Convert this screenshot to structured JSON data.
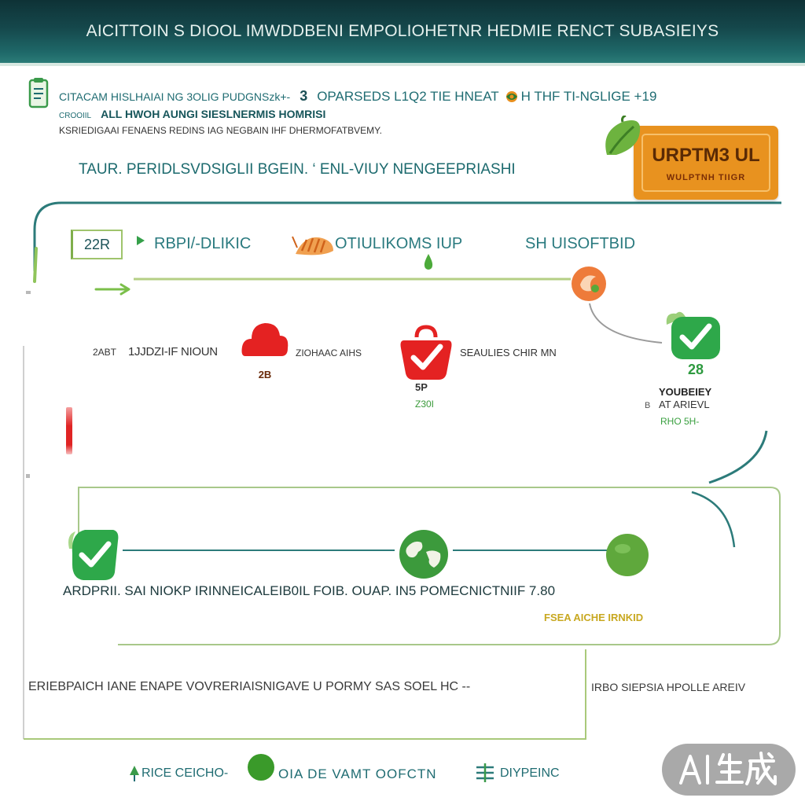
{
  "header": {
    "title": "AICITTOIN S DIOOL IMWDDBENI EMPOLIOHETNR HEDMIE RENCT SUBASIEIYS"
  },
  "intro": {
    "line1": {
      "lead": "CITACAM HISLHAIAI NG 3OLIG PUDGNSzk+-",
      "number": "3",
      "middle": "OPARSEDS L1Q2 TIE HNEAT",
      "tail": "H THF TI-NGLIGE +19"
    },
    "line2": {
      "label": "CROOIIL",
      "emphasis": "ALL HWOH AUNGI SIESLNERMIS HOMRISI"
    },
    "line3": "KSRIEDIGAAI FENAENS REDINS IAG NEGBAIN IHF DHERMOFATBVEMY.",
    "subtitle": "TAUR. PERIDLSVDSIGLII BGEIN. ‘ ENL-VIUY NENGEEPRIASHI"
  },
  "badge": {
    "title": "URPTM3 UL",
    "subtitle": "WULPTNH TIIGR"
  },
  "stage_one": {
    "box_label": "22R",
    "label_a": "RBPI/-DLIKIC",
    "label_b": "OTIULIKOMS IUP",
    "label_c": "SH UISOFTBID"
  },
  "right_node": {
    "number": "28",
    "line1": "YOUBEIEY",
    "line2_prefix": "B",
    "line2": "AT ARIEVL",
    "line3": "RHO 5H-"
  },
  "stage_two": {
    "tag": "2ABT",
    "label_a": "1JJDZI-IF NIOUN",
    "node_a_number": "2B",
    "label_b": "ZIOHAAC AIHS",
    "node_b_number": "5P",
    "node_b_sub": "Z30I",
    "label_c": "SEAULIES CHIR MN"
  },
  "stage_three": {
    "caption": "ARDPRII. SAI NIOKP IRINNEICALEIB0IL FOIB. OUAP. IN5 POMECNICTNIIF 7.80",
    "note": "FSEA AICHE IRNKID"
  },
  "summary": {
    "left": "ERIEBPAICH IANE ENAPE VOVRERIAISNIGAVE U PORMY SAS SOEL HC --",
    "right": "IRBO SIEPSIA HPOLLE AREIV"
  },
  "footer": {
    "part_a": "RICE CEICHO-",
    "part_b": "OIA DE VAMT OOFCTN",
    "part_c": "DIYPEINC"
  },
  "watermark": {
    "text": "AI生成"
  },
  "colors": {
    "header_bg": "#15484c",
    "teal": "#1f6c72",
    "green": "#2ea84a",
    "orange": "#e8921f",
    "red": "#e02424",
    "line_green": "#b5cf85"
  },
  "icons": {
    "doc": "document-icon",
    "line1": "flower-icon",
    "badge": "leaf-icon",
    "stage_one": [
      "arrow-right-icon",
      "shell-icon",
      "drop-icon",
      "orange-swirl-icon"
    ],
    "right_node": "check-badge-icon",
    "stage_two": [
      "red-cloud-icon",
      "red-check-bag-icon"
    ],
    "stage_three": [
      "green-check-icon",
      "globe-icon",
      "green-circle-icon"
    ],
    "footer": [
      "tree-icon",
      "green-dot-icon",
      "list-icon"
    ]
  }
}
